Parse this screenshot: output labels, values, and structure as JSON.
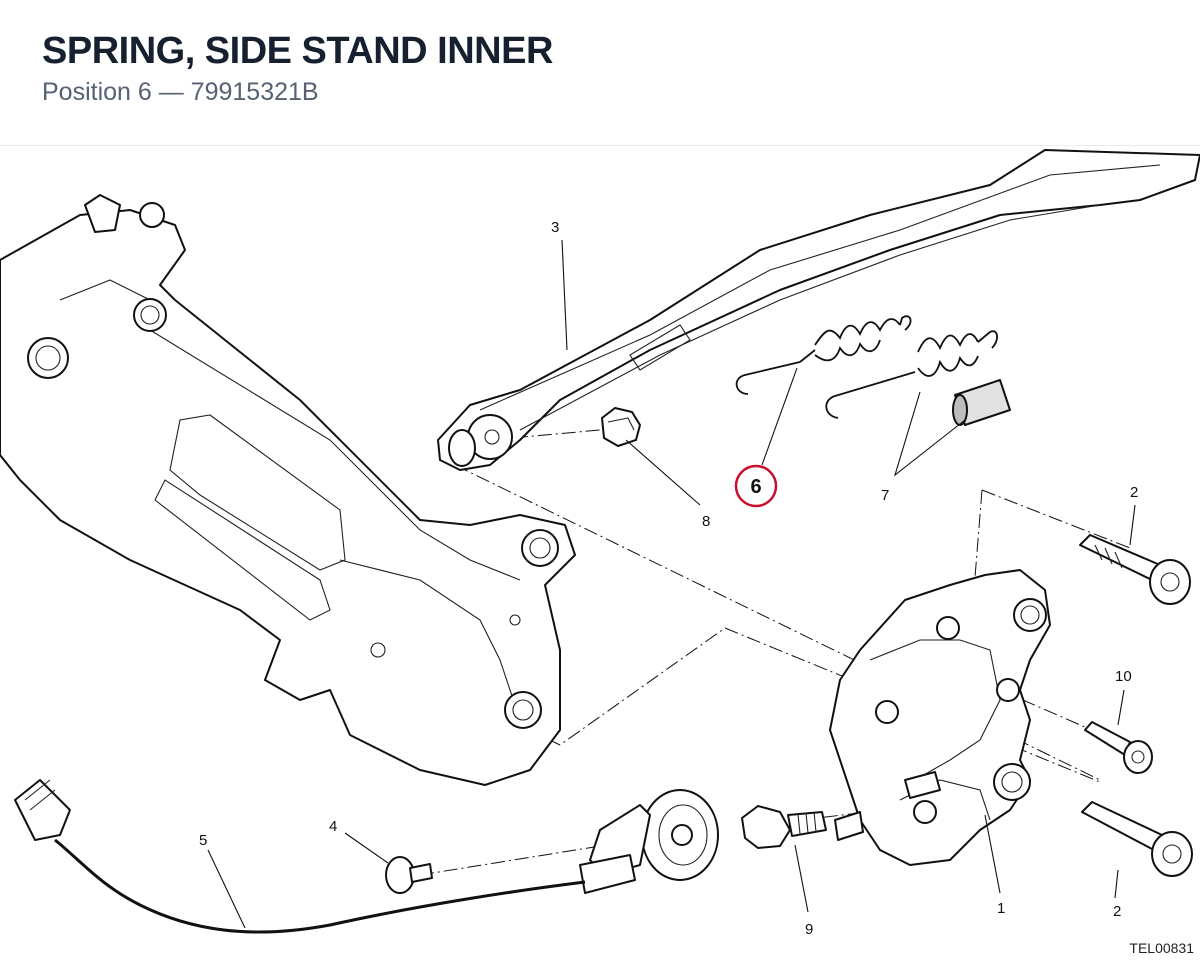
{
  "header": {
    "title": "SPRING, SIDE STAND INNER",
    "subtitle": "Position 6 — 79915321B"
  },
  "highlight": {
    "position": "6",
    "color": "#c8102e"
  },
  "callouts": {
    "c1": "1",
    "c2a": "2",
    "c2b": "2",
    "c3": "3",
    "c4": "4",
    "c5": "5",
    "c7": "7",
    "c8": "8",
    "c9": "9",
    "c10": "10"
  },
  "drawing_code": "TEL00831"
}
